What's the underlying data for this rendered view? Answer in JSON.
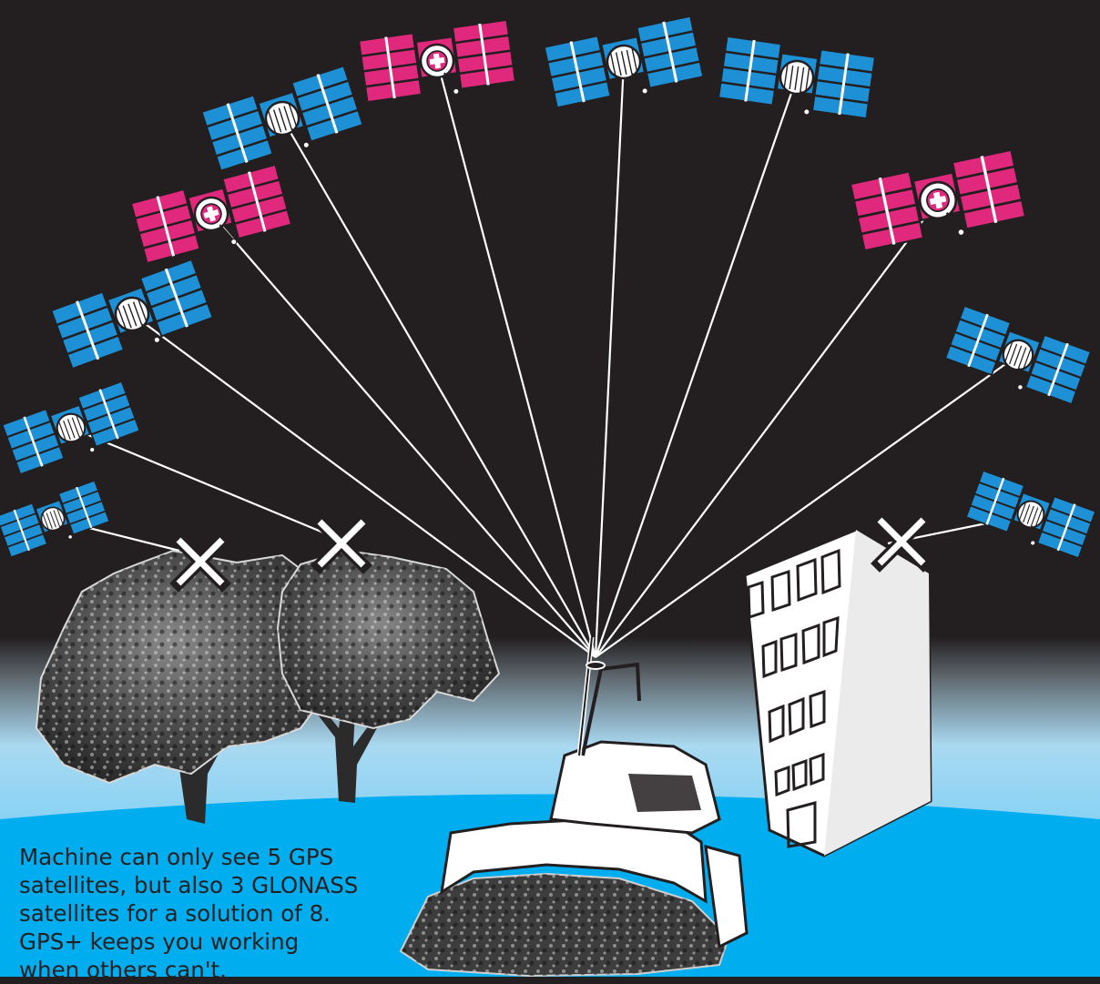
{
  "caption": "Machine can only see 5 GPS\nsatellites, but also 3 GLONASS\nsatellites for a solution of 8.\nGPS+ keeps you working\nwhen others can't.",
  "colors": {
    "sky": "#231f20",
    "ground": "#00aeef",
    "horizon_glow": "#8dd3f5",
    "gps_satellite": "#1e90d6",
    "glonass_satellite": "#e0287d",
    "signal_line": "#ffffff",
    "blocked_marker": "#ffffff"
  },
  "satellites": [
    {
      "system": "GPS",
      "icon": "satellite-icon",
      "signal": "blocked"
    },
    {
      "system": "GPS",
      "icon": "satellite-icon",
      "signal": "blocked"
    },
    {
      "system": "GPS",
      "icon": "satellite-icon",
      "signal": "received"
    },
    {
      "system": "GLONASS",
      "icon": "satellite-icon",
      "signal": "received"
    },
    {
      "system": "GPS",
      "icon": "satellite-icon",
      "signal": "received"
    },
    {
      "system": "GLONASS",
      "icon": "satellite-icon",
      "signal": "received"
    },
    {
      "system": "GPS",
      "icon": "satellite-icon",
      "signal": "received"
    },
    {
      "system": "GPS",
      "icon": "satellite-icon",
      "signal": "received"
    },
    {
      "system": "GLONASS",
      "icon": "satellite-icon",
      "signal": "received"
    },
    {
      "system": "GPS",
      "icon": "satellite-icon",
      "signal": "received"
    },
    {
      "system": "GPS",
      "icon": "satellite-icon",
      "signal": "blocked"
    }
  ],
  "obstacles": [
    "tree-icon",
    "tree-icon",
    "building-icon"
  ],
  "blocked_marker_icon": "x-mark-icon",
  "machine_icon": "bulldozer-icon"
}
